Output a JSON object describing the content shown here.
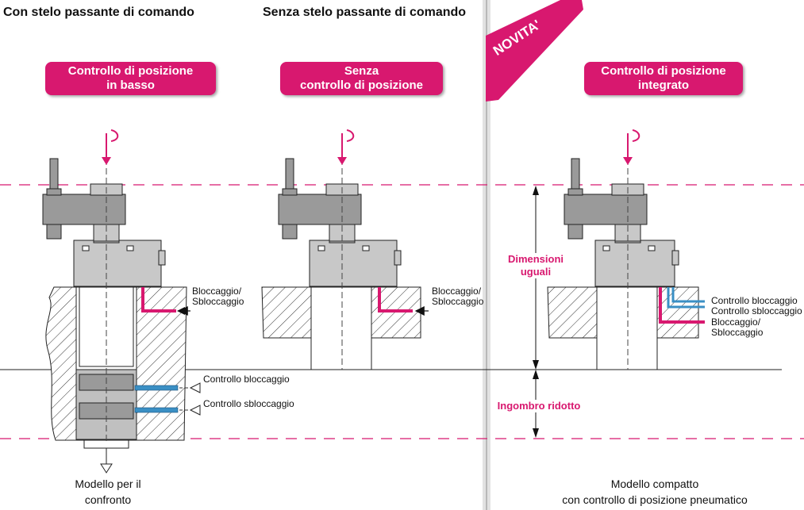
{
  "headers": {
    "left": "Con stelo passante di comando",
    "middle": "Senza stelo passante di comando"
  },
  "badge": "NOVITA'",
  "pills": {
    "left": [
      "Controllo di posizione",
      "in basso"
    ],
    "middle": [
      "Senza",
      "controllo di posizione"
    ],
    "right": [
      "Controllo di posizione",
      "integrato"
    ]
  },
  "port_labels": {
    "left_clamp": [
      "Bloccaggio/",
      "Sbloccaggio"
    ],
    "left_clamp_control": "Controllo bloccaggio",
    "left_unclamp_control": "Controllo sbloccaggio",
    "middle_clamp": [
      "Bloccaggio/",
      "Sbloccaggio"
    ],
    "right_clamp_control": "Controllo bloccaggio",
    "right_unclamp_control": "Controllo sbloccaggio",
    "right_clamp": [
      "Bloccaggio/",
      "Sbloccaggio"
    ]
  },
  "dimension_labels": {
    "equal": [
      "Dimensioni",
      "uguali"
    ],
    "reduced": "Ingombro ridotto"
  },
  "captions": {
    "left": [
      "Modello per il",
      "confronto"
    ],
    "right": [
      "Modello compatto",
      "con controllo di posizione pneumatico"
    ]
  },
  "colors": {
    "accent": "#d8186f",
    "blue_line": "#3a8fc4",
    "body_grey": "#c8c8c8"
  }
}
